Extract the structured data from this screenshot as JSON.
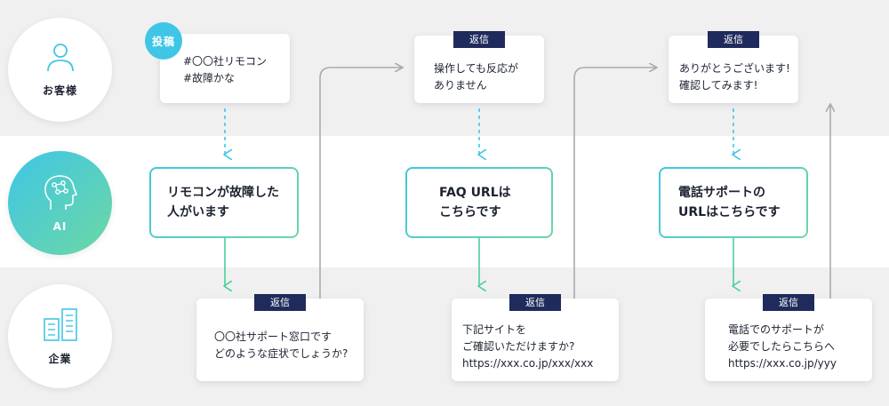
{
  "lanes": {
    "customer": {
      "label": "お客様",
      "icon": "person-icon"
    },
    "ai": {
      "label": "AI",
      "icon": "ai-head-icon"
    },
    "company": {
      "label": "企業",
      "icon": "building-icon"
    }
  },
  "post_badge": "投稿",
  "customer_posts": [
    {
      "text": "#〇〇社リモコン\n#故障かな"
    },
    {
      "tag": "返信",
      "text": "操作しても反応が\nありません"
    },
    {
      "tag": "返信",
      "text": "ありがとうございます!\n確認してみます!"
    }
  ],
  "ai_messages": [
    {
      "text": "リモコンが故障した\n人がいます"
    },
    {
      "text": "FAQ URLは\nこちらです"
    },
    {
      "text": "電話サポートの\nURLはこちらです"
    }
  ],
  "company_replies": [
    {
      "tag": "返信",
      "text": "〇〇社サポート窓口です\nどのような症状でしょうか?"
    },
    {
      "tag": "返信",
      "text": "下記サイトを\nご確認いただけますか?\nhttps://xxx.co.jp/xxx/xxx"
    },
    {
      "tag": "返信",
      "text": "電話でのサポートが\n必要でしたらこちらへ\nhttps://xxx.co.jp/yyy"
    }
  ],
  "colors": {
    "navy": "#1f2b5c",
    "cyan": "#3fc6e6",
    "green": "#6dd7a3",
    "arrow_gray": "#aaaaaa"
  }
}
